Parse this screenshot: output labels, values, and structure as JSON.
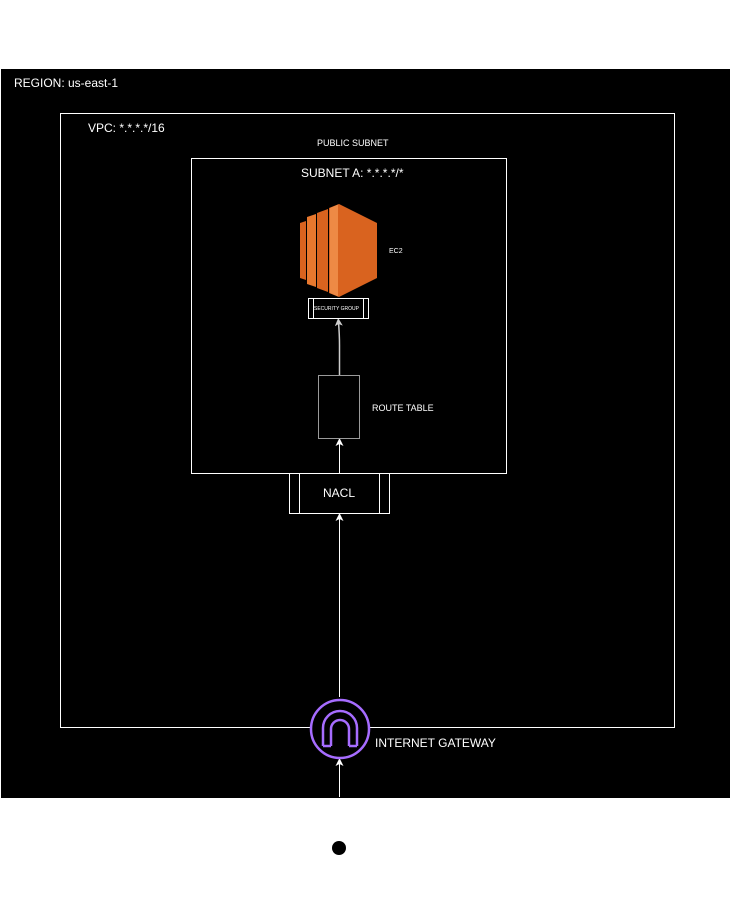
{
  "diagram": {
    "region": {
      "label": "REGION: us-east-1"
    },
    "vpc": {
      "label": "VPC: *.*.*.*/16"
    },
    "public_subnet": {
      "label": "PUBLIC SUBNET"
    },
    "subnet_a": {
      "label": "SUBNET A: *.*.*.*/*"
    },
    "ec2": {
      "label": "EC2",
      "icon": "ec2-instance-icon",
      "color": "#d9631f"
    },
    "security_group": {
      "label": "SECURITY GROUP"
    },
    "route_table": {
      "label": "ROUTE TABLE"
    },
    "nacl": {
      "label": "NACL"
    },
    "internet_gateway": {
      "label": "INTERNET GATEWAY",
      "icon": "internet-gateway-icon",
      "color": "#a66cff"
    }
  }
}
